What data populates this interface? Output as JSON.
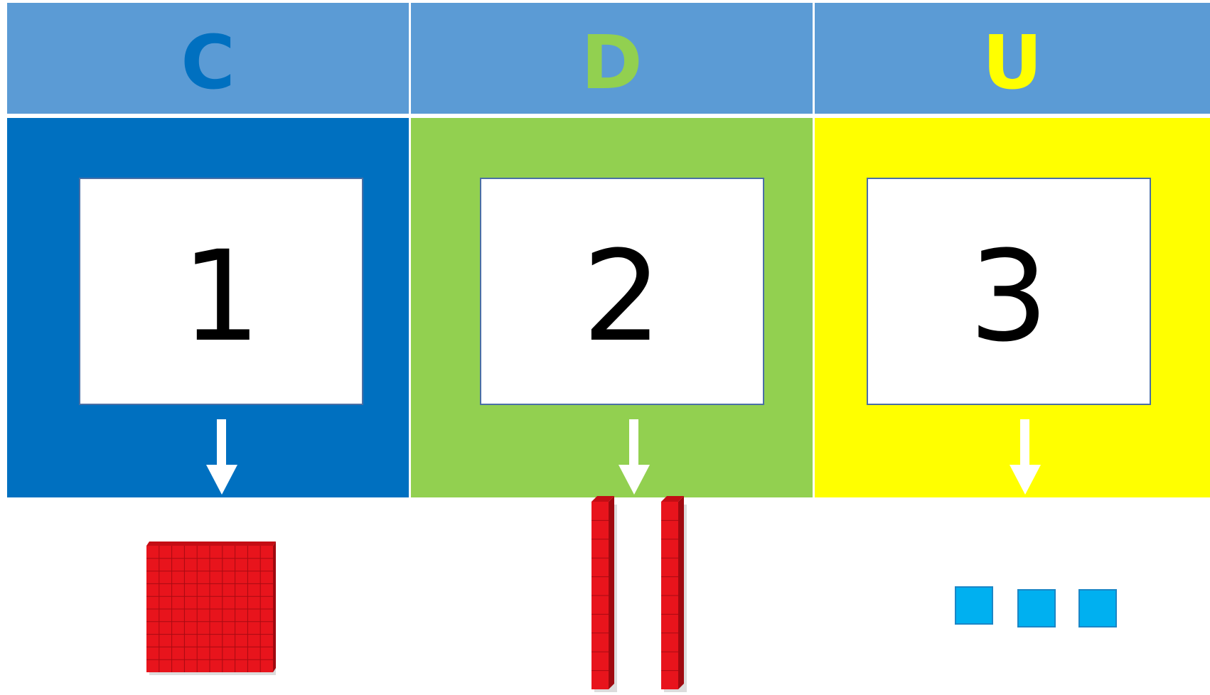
{
  "headers": {
    "c": {
      "label": "C",
      "color": "#0070c0"
    },
    "d": {
      "label": "D",
      "color": "#92d050"
    },
    "u": {
      "label": "U",
      "color": "#ffff00"
    }
  },
  "panels": {
    "c": {
      "color": "#0070c0"
    },
    "d": {
      "color": "#92d050"
    },
    "u": {
      "color": "#ffff00"
    }
  },
  "digits": {
    "hundreds": "1",
    "tens": "2",
    "units": "3"
  },
  "blocks": {
    "hundred_flats": 1,
    "ten_rods": 2,
    "unit_cubes": 3,
    "block_color": "#e8141c",
    "cube_color": "#00b0f0"
  },
  "colors": {
    "header_bg": "#5b9bd5",
    "arrow": "#ffffff"
  }
}
